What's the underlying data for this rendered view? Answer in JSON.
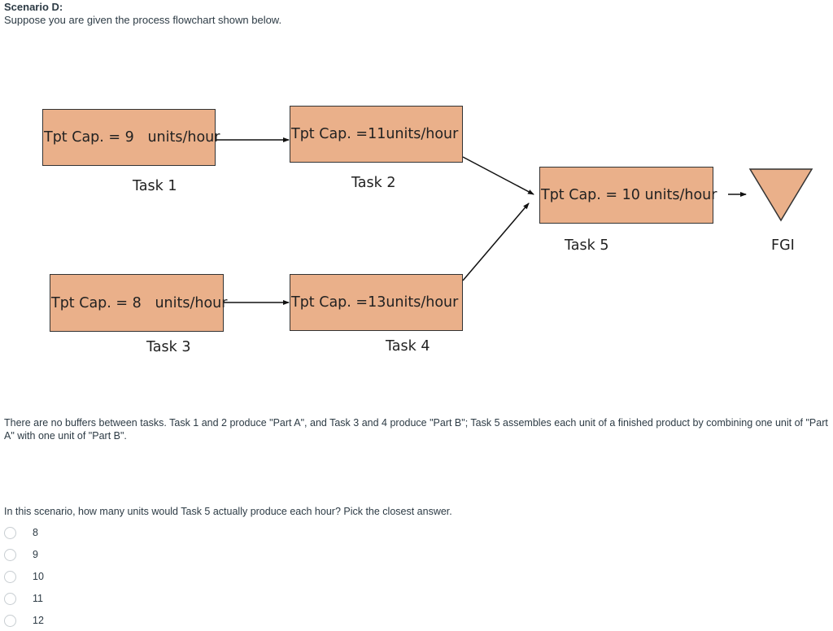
{
  "scenario": {
    "title": "Scenario D:",
    "intro": "Suppose you are given the process flowchart shown below."
  },
  "flowchart": {
    "box_color": "#eab08a",
    "tasks": [
      {
        "id": "task1",
        "capacity_text": "Tpt Cap. = 9   units/hour",
        "label": "Task 1"
      },
      {
        "id": "task2",
        "capacity_text": "Tpt Cap. =11units/hour",
        "label": "Task 2"
      },
      {
        "id": "task3",
        "capacity_text": "Tpt Cap. = 8   units/hour",
        "label": "Task 3"
      },
      {
        "id": "task4",
        "capacity_text": "Tpt Cap. =13units/hour",
        "label": "Task 4"
      },
      {
        "id": "task5",
        "capacity_text": "Tpt Cap. = 10 units/hour",
        "label": "Task 5"
      }
    ],
    "inventory": {
      "label": "FGI",
      "shape": "triangle-down"
    }
  },
  "paragraph": "There are no buffers between tasks. Task 1 and 2 produce \"Part A\", and Task 3 and 4 produce \"Part B\"; Task 5 assembles each unit of a finished product by combining one unit of \"Part A\" with one unit of \"Part B\".",
  "question": {
    "text": "In this scenario, how many units would Task 5 actually produce each hour? Pick the closest answer.",
    "options": [
      "8",
      "9",
      "10",
      "11",
      "12"
    ]
  }
}
